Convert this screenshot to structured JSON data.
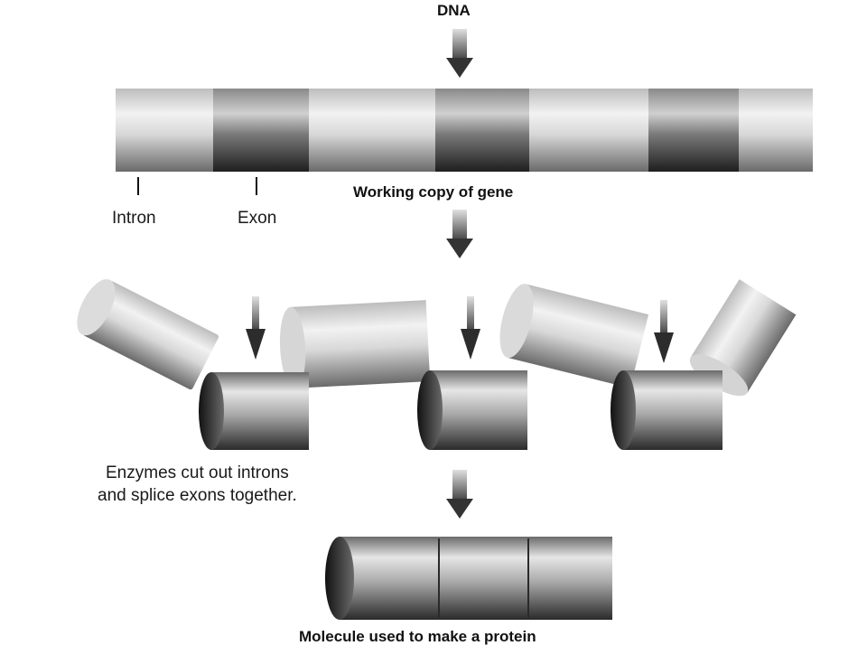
{
  "labels": {
    "dna": "DNA",
    "working_copy": "Working copy of gene",
    "intron": "Intron",
    "exon": "Exon",
    "enzymes_line1": "Enzymes cut out introns",
    "enzymes_line2": "and splice exons together.",
    "molecule": "Molecule used to make a protein"
  }
}
